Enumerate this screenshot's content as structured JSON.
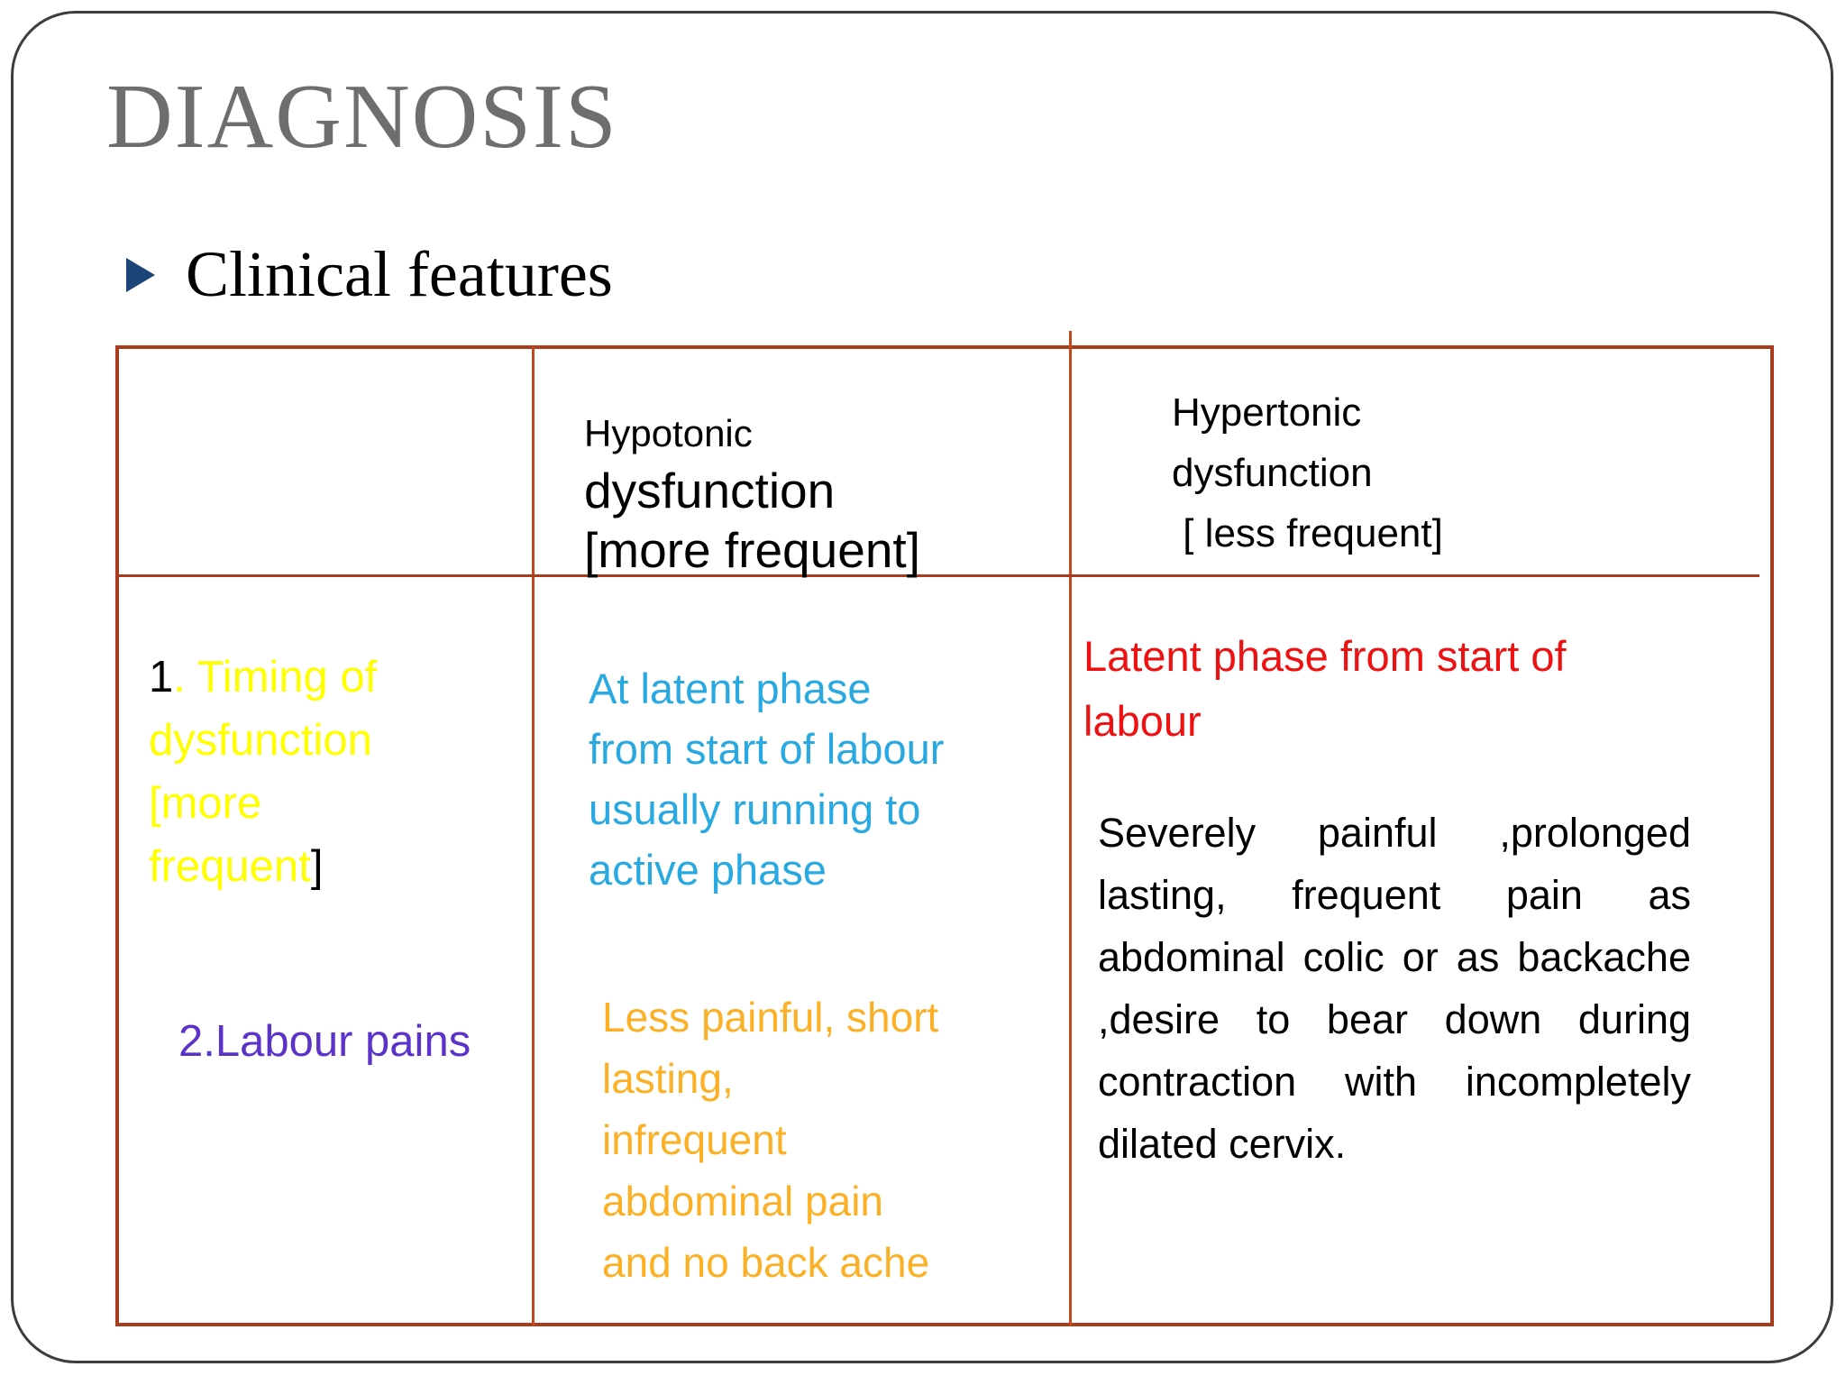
{
  "slide": {
    "title": "DIAGNOSIS",
    "bullet_label": "Clinical features"
  },
  "table": {
    "header": {
      "hypotonic_line1": "Hypotonic",
      "hypotonic_line2": "dysfunction",
      "hypotonic_line3": "[more frequent]",
      "hypertonic": "Hypertonic\ndysfunction\n [ less frequent]"
    },
    "row_timing": {
      "number_prefix": "1",
      "yellow_text": ". Timing of dysfunction [more frequent",
      "closing_bracket": "]"
    },
    "row_labour_pains": "2.Labour pains",
    "hypotonic_timing": "At latent phase\nfrom start of labour\nusually running to\nactive phase",
    "hypotonic_pains": "Less painful, short\nlasting,\ninfrequent\nabdominal pain\nand no back ache",
    "hypertonic_timing": "Latent phase from start of\nlabour",
    "hypertonic_pains": "Severely painful ,prolonged lasting, frequent pain as abdominal colic or as backache ,desire to bear down during contraction with incompletely dilated cervix."
  },
  "colors": {
    "title_gray": "#6e6e6e",
    "bullet_navy": "#1b4578",
    "table_border": "#a93c1d",
    "table_border_bright": "#c2491e",
    "yellow": "#ffff00",
    "purple": "#5b33cb",
    "light_blue": "#29a9e1",
    "orange": "#fcb025",
    "red": "#ee1111"
  }
}
